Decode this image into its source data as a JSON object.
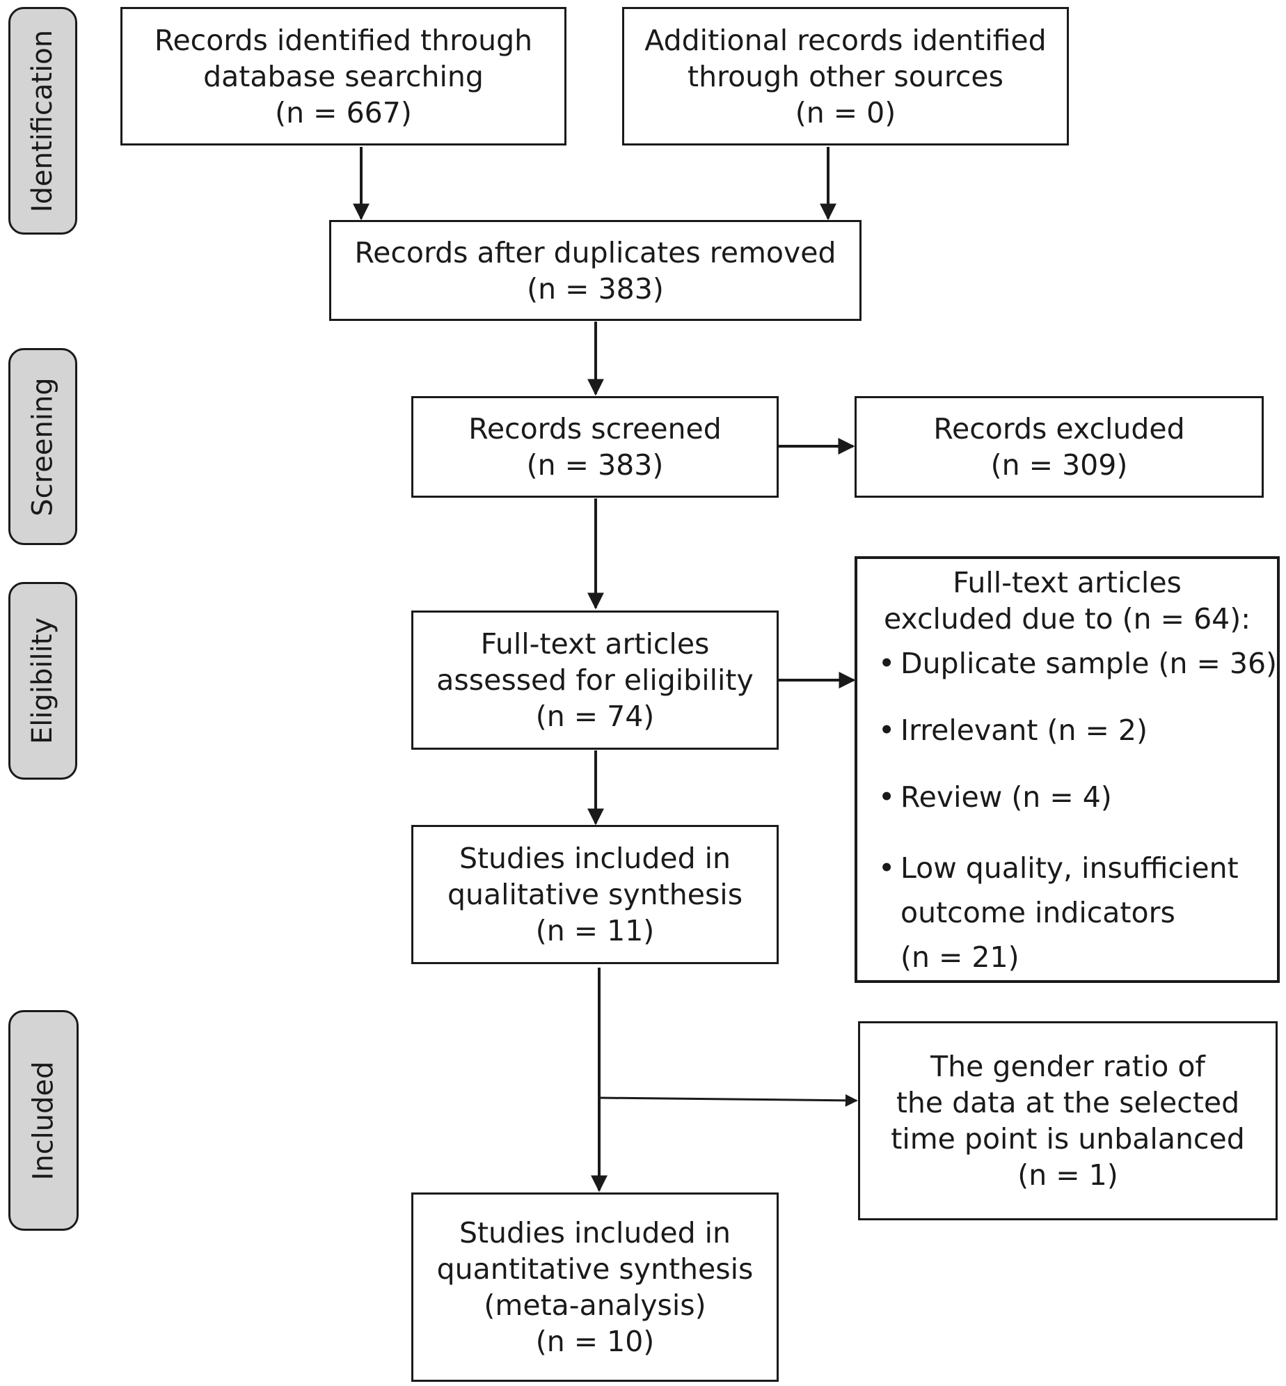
{
  "stages": {
    "identification": "Identification",
    "screening": "Screening",
    "eligibility": "Eligibility",
    "included": "Included"
  },
  "boxes": {
    "database": {
      "lines": [
        "Records identified through",
        "database searching"
      ],
      "n": "(n = 667)"
    },
    "other_sources": {
      "lines": [
        "Additional records identified",
        "through other sources"
      ],
      "n": "(n = 0)"
    },
    "after_duplicates": {
      "lines": [
        "Records after duplicates removed"
      ],
      "n": "(n = 383)"
    },
    "screened": {
      "lines": [
        "Records screened"
      ],
      "n": "(n = 383)"
    },
    "excluded": {
      "lines": [
        "Records excluded"
      ],
      "n": "(n = 309)"
    },
    "fulltext": {
      "lines": [
        "Full-text articles",
        "assessed for eligibility"
      ],
      "n": "(n = 74)"
    },
    "qualitative": {
      "lines": [
        "Studies included in",
        "qualitative synthesis"
      ],
      "n": "(n = 11)"
    },
    "quantitative": {
      "lines": [
        "Studies included in",
        "quantitative synthesis",
        "(meta-analysis)"
      ],
      "n": "(n = 10)"
    },
    "gender": {
      "lines": [
        "The gender ratio of",
        "the data at the selected",
        "time point is unbalanced"
      ],
      "n": "(n = 1)"
    }
  },
  "fulltext_exclusions": {
    "heading": [
      "Full-text articles",
      "excluded due to (n = 64):"
    ],
    "items": [
      "Duplicate sample (n = 36)",
      "Irrelevant (n = 2)",
      "Review (n = 4)"
    ],
    "last_item": [
      "Low quality, insufficient",
      "outcome indicators",
      "(n = 21)"
    ]
  }
}
